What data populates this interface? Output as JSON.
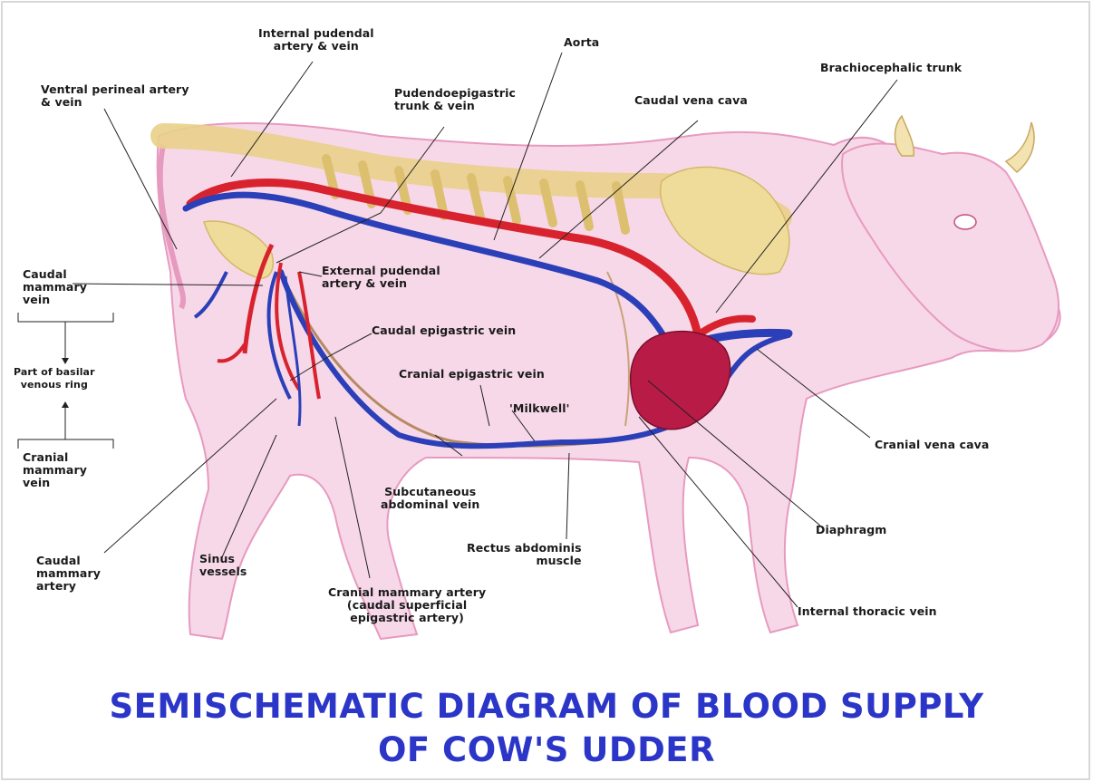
{
  "title": {
    "line1": "SEMISCHEMATIC  DIAGRAM OF BLOOD SUPPLY",
    "line2": "OF COW'S UDDER"
  },
  "labels": {
    "internal_pudendal": "Internal pudendal\nartery & vein",
    "aorta": "Aorta",
    "brachiocephalic": "Brachiocephalic trunk",
    "ventral_perineal": "Ventral perineal artery\n& vein",
    "pudendoepigastric": "Pudendoepigastric\ntrunk & vein",
    "caudal_vena_cava": "Caudal vena cava",
    "caudal_mammary_vein": "Caudal\nmammary\nvein",
    "basilar_ring": "Part of basilar\nvenous ring",
    "cranial_mammary_vein": "Cranial\nmammary\nvein",
    "external_pudendal": "External pudendal\nartery & vein",
    "caudal_epigastric": "Caudal epigastric vein",
    "cranial_epigastric": "Cranial epigastric vein",
    "milkwell": "'Milkwell'",
    "cranial_vena_cava": "Cranial vena cava",
    "subcutaneous": "Subcutaneous\nabdominal vein",
    "diaphragm": "Diaphragm",
    "caudal_mammary_artery": "Caudal\nmammary\nartery",
    "sinus": "Sinus\nvessels",
    "rectus": "Rectus abdominis\nmuscle",
    "cranial_mammary_artery": "Cranial mammary artery\n(caudal superficial\nepigastric artery)",
    "internal_thoracic": "Internal thoracic vein"
  },
  "colors": {
    "title": "#2b36c8",
    "artery": "#d8232e",
    "vein": "#2b3fb8",
    "body": "#f6d6e6",
    "bone": "#f0dc9a",
    "heart": "#b81c46"
  }
}
